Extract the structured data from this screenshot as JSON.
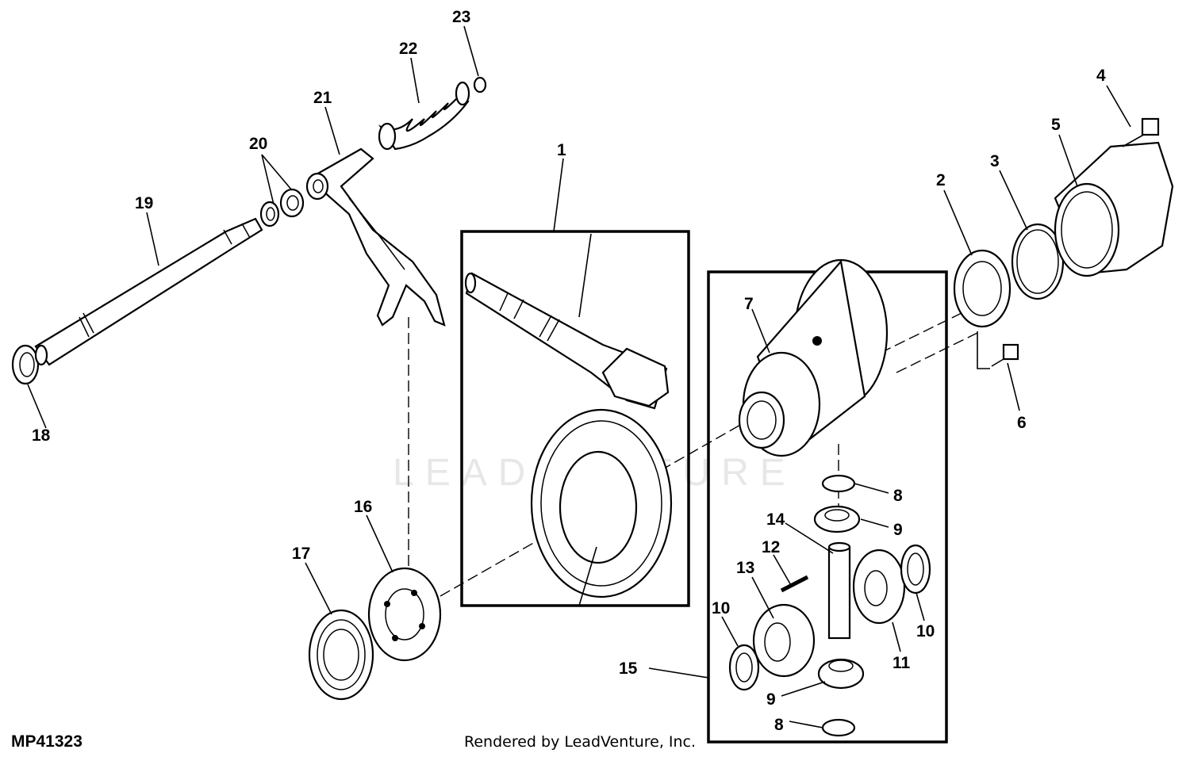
{
  "figure_id": "MP41323",
  "credit": "Rendered by LeadVenture, Inc.",
  "watermark": "LEADVENTURE",
  "callouts": [
    "1",
    "2",
    "3",
    "4",
    "5",
    "6",
    "7",
    "8",
    "8",
    "9",
    "9",
    "10",
    "10",
    "11",
    "12",
    "13",
    "14",
    "15",
    "16",
    "17",
    "18",
    "19",
    "20",
    "21",
    "22",
    "23"
  ]
}
